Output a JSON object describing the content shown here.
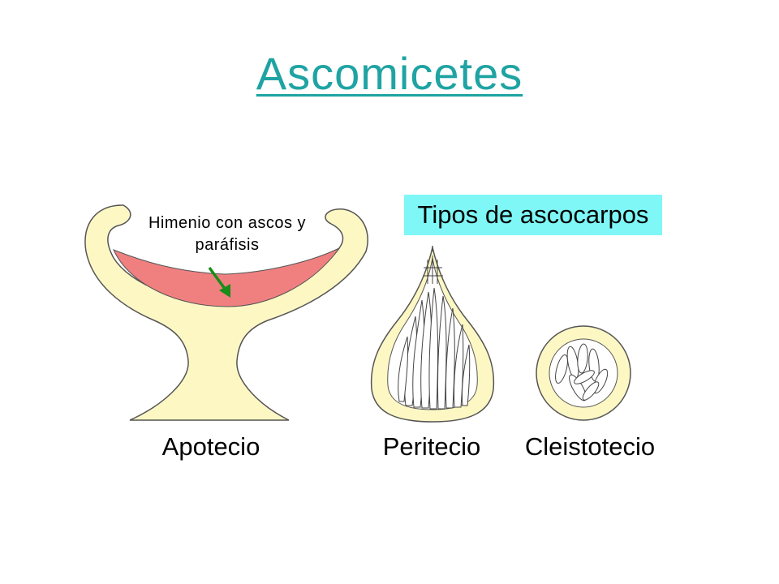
{
  "title": "Ascomicetes",
  "types_label": "Tipos de ascocarpos",
  "hymenium_label": "Himenio con ascos y parafisis",
  "hymenium_label_lines": [
    "Himenio con ascos y",
    "paráfisis"
  ],
  "captions": {
    "apotecio": "Apotecio",
    "peritecio": "Peritecio",
    "cleistotecio": "Cleistotecio"
  },
  "colors": {
    "title": "#1fa3a3",
    "highlight_box": "#7ff7f7",
    "tissue": "#fdf7c4",
    "hymenium": "#f08080",
    "arrow": "#1a8c1a"
  }
}
